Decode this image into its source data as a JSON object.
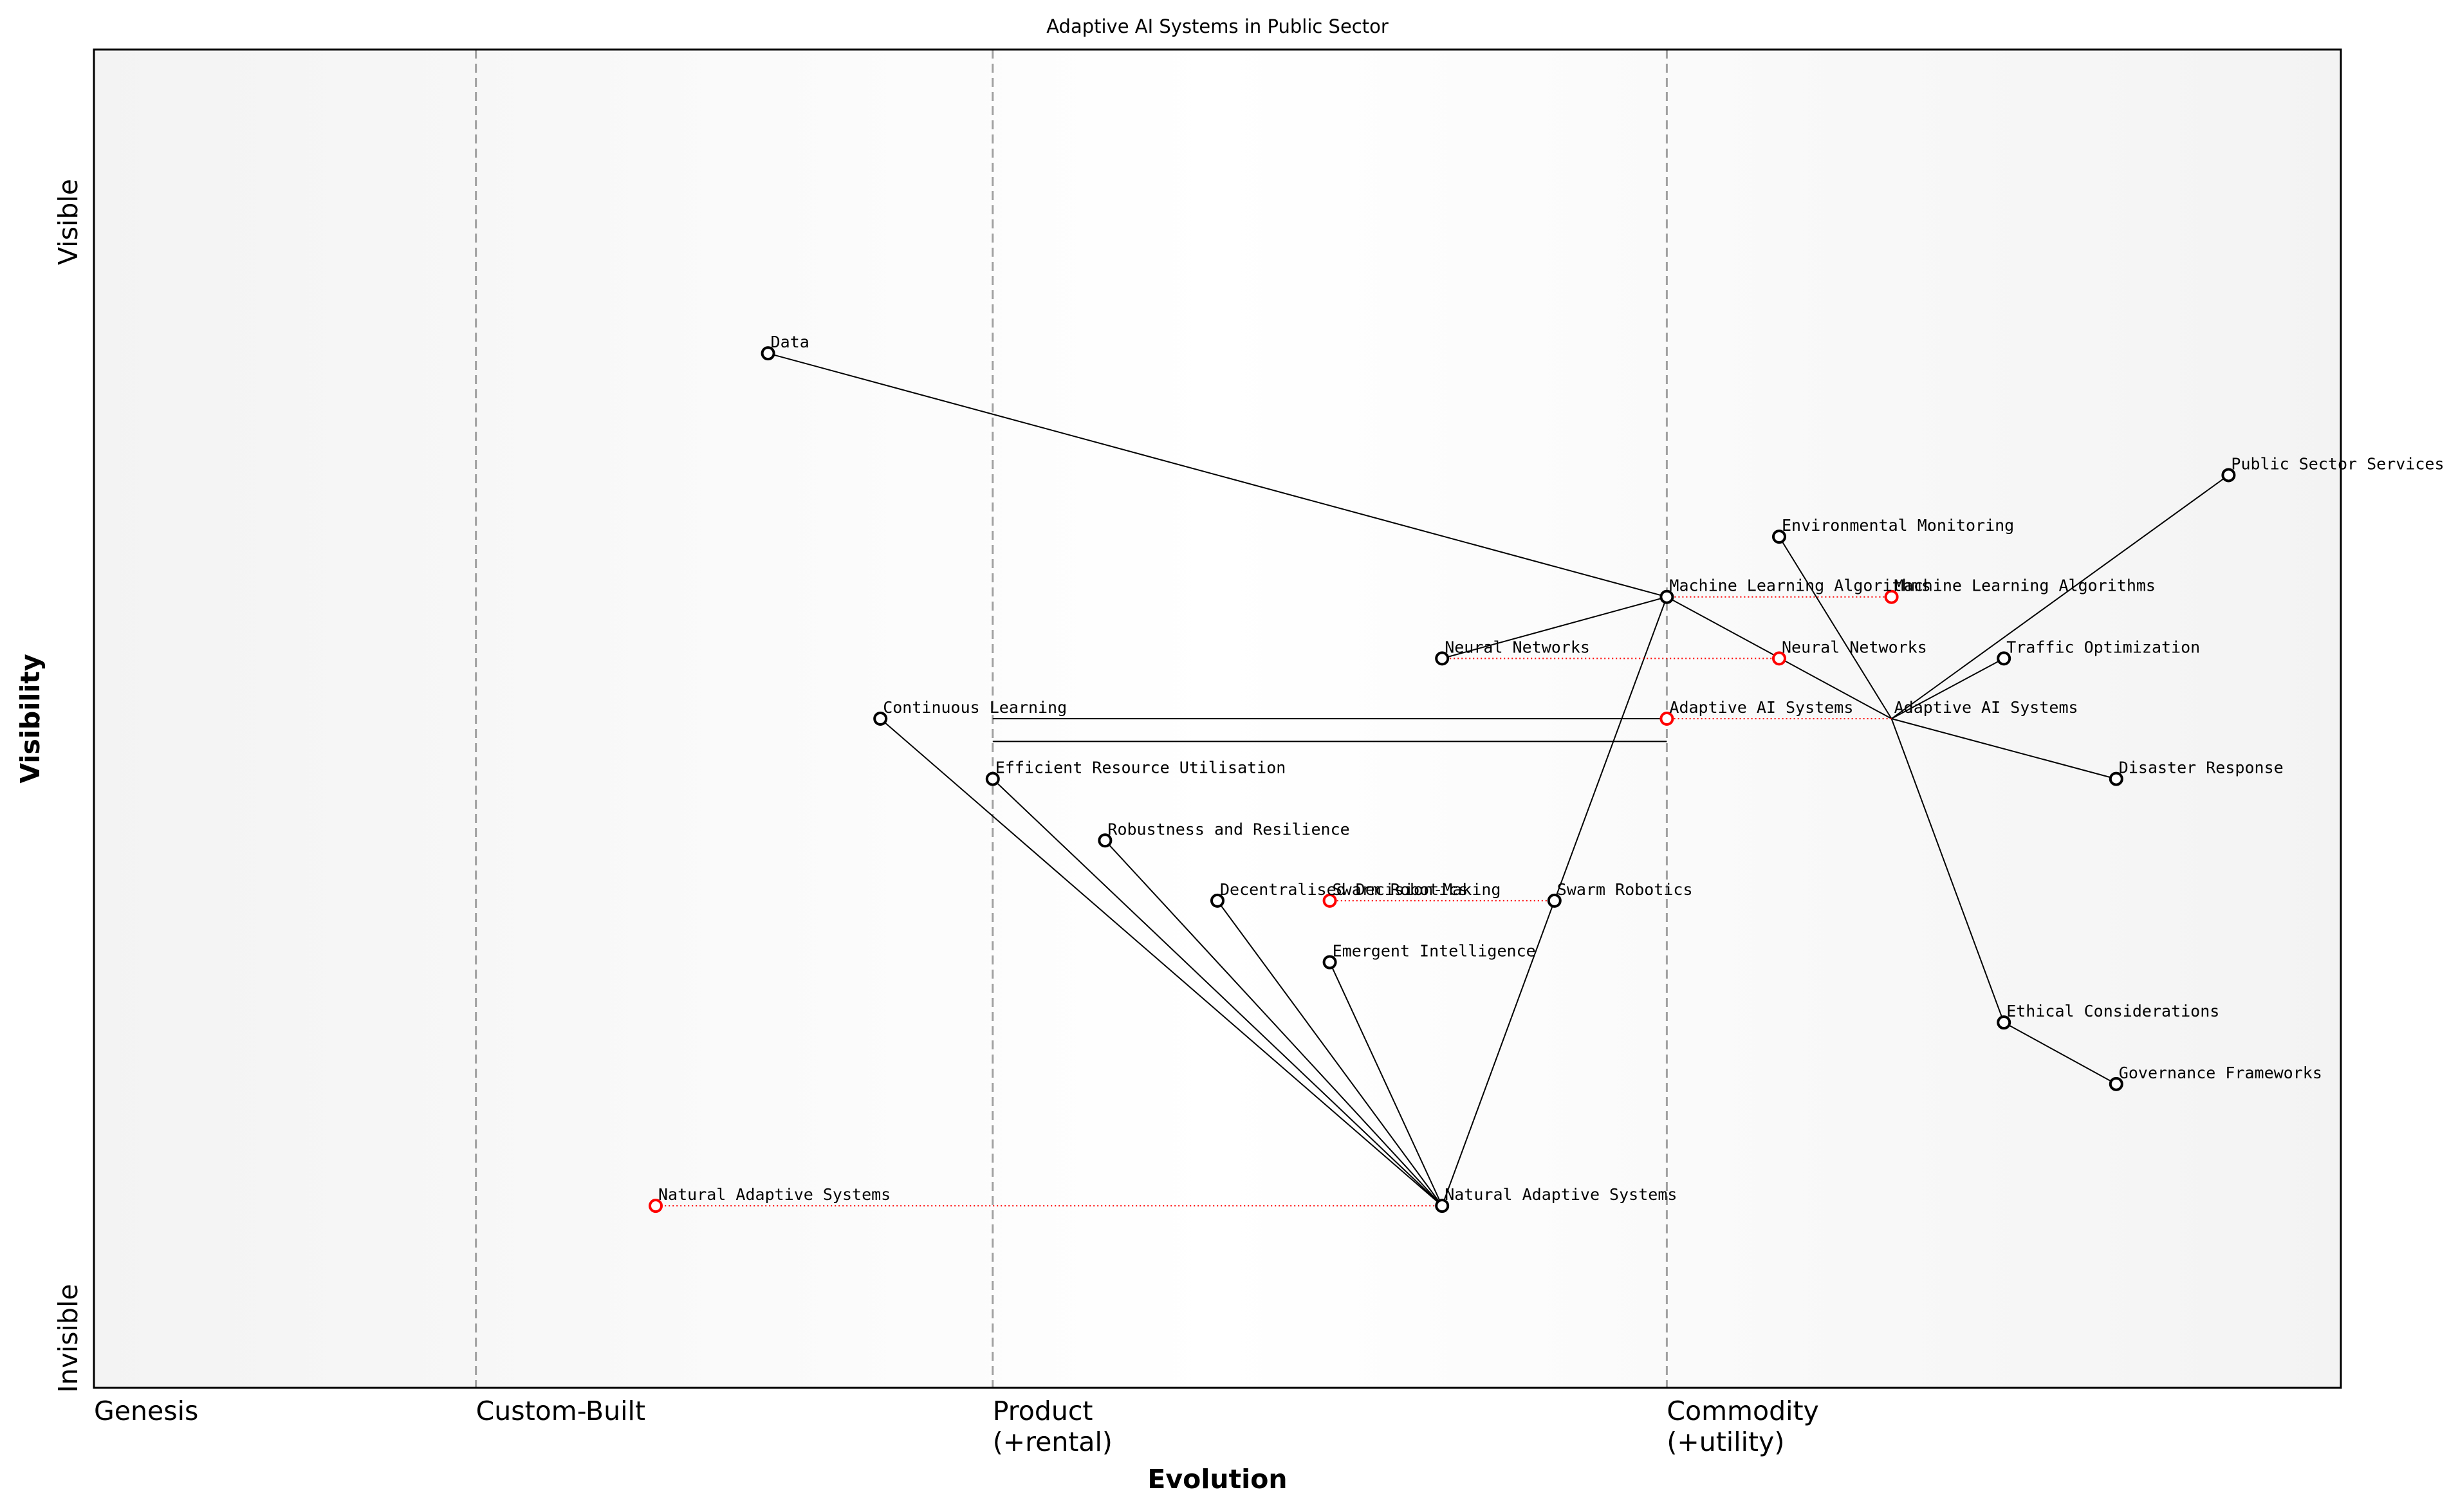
{
  "chart_data": {
    "type": "scatter",
    "title": "Adaptive AI Systems in Public Sector",
    "xlabel": "Evolution",
    "ylabel": "Visibility",
    "xlim": [
      0,
      1
    ],
    "ylim": [
      0,
      1
    ],
    "stages": [
      {
        "label": "Genesis",
        "x": 0.0
      },
      {
        "label": "Custom-Built",
        "x": 0.17
      },
      {
        "label": "Product\n(+rental)",
        "x": 0.4
      },
      {
        "label": "Commodity\n(+utility)",
        "x": 0.7
      }
    ],
    "visibility_labels": {
      "top": "Visible",
      "bottom": "Invisible"
    },
    "colors": {
      "component": "#000000",
      "evolved": "#ff0000",
      "link": "#000000",
      "stage_line": "#a0a0a0"
    },
    "components": [
      {
        "id": "data",
        "name": "Data",
        "x": 0.3,
        "y": 0.773
      },
      {
        "id": "public-sector-services",
        "name": "Public Sector Services",
        "x": 0.95,
        "y": 0.682
      },
      {
        "id": "environmental-monitoring",
        "name": "Environmental Monitoring",
        "x": 0.75,
        "y": 0.636
      },
      {
        "id": "machine-learning-algorithms",
        "name": "Machine Learning Algorithms",
        "x": 0.7,
        "y": 0.591
      },
      {
        "id": "neural-networks",
        "name": "Neural Networks",
        "x": 0.6,
        "y": 0.545
      },
      {
        "id": "traffic-optimization",
        "name": "Traffic Optimization",
        "x": 0.85,
        "y": 0.545
      },
      {
        "id": "continuous-learning",
        "name": "Continuous Learning",
        "x": 0.35,
        "y": 0.5
      },
      {
        "id": "adaptive-ai-systems",
        "name": "Adaptive AI Systems",
        "x": 0.8,
        "y": 0.5
      },
      {
        "id": "efficient-resource-utilisation",
        "name": "Efficient Resource Utilisation",
        "x": 0.4,
        "y": 0.455
      },
      {
        "id": "disaster-response",
        "name": "Disaster Response",
        "x": 0.9,
        "y": 0.455
      },
      {
        "id": "robustness-and-resilience",
        "name": "Robustness and Resilience",
        "x": 0.45,
        "y": 0.409
      },
      {
        "id": "decentralised-decision-making",
        "name": "Decentralised Decision-Making",
        "x": 0.5,
        "y": 0.364
      },
      {
        "id": "swarm-robotics",
        "name": "Swarm Robotics",
        "x": 0.65,
        "y": 0.364
      },
      {
        "id": "emergent-intelligence",
        "name": "Emergent Intelligence",
        "x": 0.55,
        "y": 0.318
      },
      {
        "id": "ethical-considerations",
        "name": "Ethical Considerations",
        "x": 0.85,
        "y": 0.273
      },
      {
        "id": "governance-frameworks",
        "name": "Governance Frameworks",
        "x": 0.9,
        "y": 0.227
      },
      {
        "id": "natural-adaptive-systems",
        "name": "Natural Adaptive Systems",
        "x": 0.6,
        "y": 0.136
      }
    ],
    "evolved": [
      {
        "name": "Machine Learning Algorithms",
        "x": 0.8,
        "y": 0.591,
        "from": "machine-learning-algorithms"
      },
      {
        "name": "Neural Networks",
        "x": 0.75,
        "y": 0.545,
        "from": "neural-networks"
      },
      {
        "name": "Adaptive AI Systems",
        "x": 0.7,
        "y": 0.5,
        "from": "adaptive-ai-systems"
      },
      {
        "name": "Swarm Robotics",
        "x": 0.55,
        "y": 0.364,
        "from": "swarm-robotics"
      },
      {
        "name": "Natural Adaptive Systems",
        "x": 0.25,
        "y": 0.136,
        "from": "natural-adaptive-systems"
      }
    ],
    "links": [
      [
        "data",
        "machine-learning-algorithms"
      ],
      [
        "neural-networks",
        "machine-learning-algorithms"
      ],
      [
        "machine-learning-algorithms",
        "adaptive-ai-systems"
      ],
      [
        "environmental-monitoring",
        "adaptive-ai-systems"
      ],
      [
        "public-sector-services",
        "adaptive-ai-systems"
      ],
      [
        "traffic-optimization",
        "adaptive-ai-systems"
      ],
      [
        "disaster-response",
        "adaptive-ai-systems"
      ],
      [
        "ethical-considerations",
        "adaptive-ai-systems"
      ],
      [
        "ethical-considerations",
        "governance-frameworks"
      ],
      [
        "continuous-learning",
        "natural-adaptive-systems"
      ],
      [
        "efficient-resource-utilisation",
        "natural-adaptive-systems"
      ],
      [
        "robustness-and-resilience",
        "natural-adaptive-systems"
      ],
      [
        "decentralised-decision-making",
        "natural-adaptive-systems"
      ],
      [
        "emergent-intelligence",
        "natural-adaptive-systems"
      ],
      [
        "swarm-robotics",
        "natural-adaptive-systems"
      ],
      [
        "swarm-robotics",
        "machine-learning-algorithms"
      ]
    ],
    "extra_links": [
      {
        "from": [
          0.4,
          0.5
        ],
        "to": [
          0.7,
          0.5
        ]
      },
      {
        "from": [
          0.4,
          0.483
        ],
        "to": [
          0.7,
          0.483
        ]
      }
    ]
  }
}
